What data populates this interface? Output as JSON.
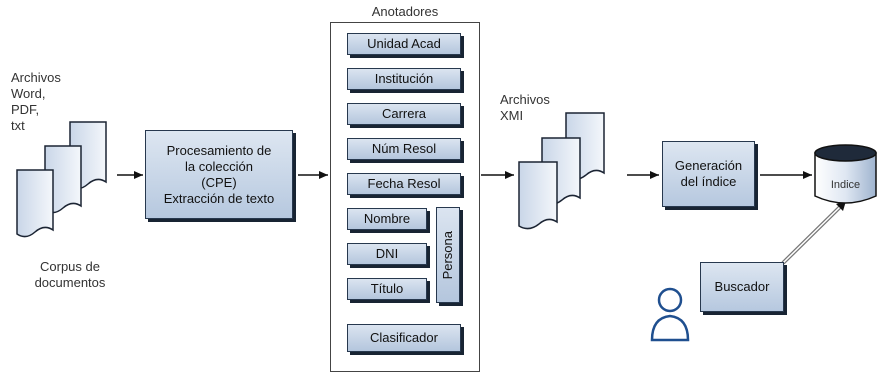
{
  "archivos_left": [
    "Archivos",
    "Word,",
    "PDF,",
    "txt"
  ],
  "corpus_label": [
    "Corpus de",
    "documentos"
  ],
  "process_box": [
    "Procesamiento de",
    "la colección",
    "(CPE)",
    "Extracción de texto"
  ],
  "anotadores_title": "Anotadores",
  "annotators": {
    "unidad_acad": "Unidad Acad",
    "institucion": "Institución",
    "carrera": "Carrera",
    "num_resol": "Núm Resol",
    "fecha_resol": "Fecha Resol",
    "nombre": "Nombre",
    "dni": "DNI",
    "titulo": "Título",
    "persona": "Persona",
    "clasificador": "Clasificador"
  },
  "archivos_xmi": [
    "Archivos",
    "XMI"
  ],
  "generacion_box": [
    "Generación",
    "del índice"
  ],
  "indice_label": "Indice",
  "buscador_label": "Buscador",
  "colors": {
    "box_fill": "#c4d3e6",
    "box_border": "#27384e",
    "box_shadow": "#182433"
  }
}
